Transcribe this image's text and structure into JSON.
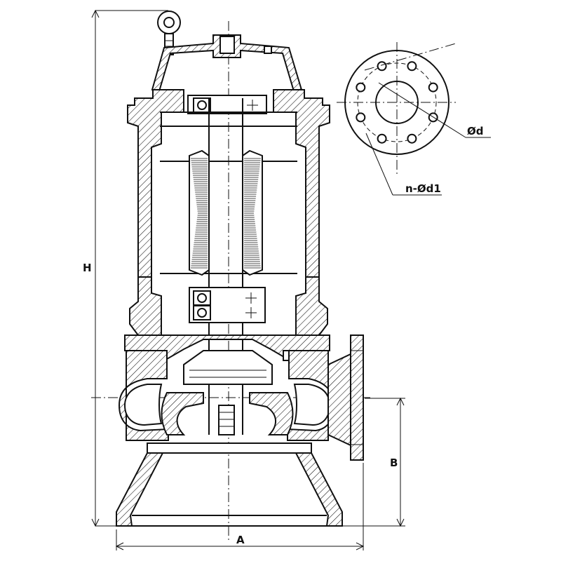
{
  "labels": {
    "height": "H",
    "width": "A",
    "outlet_height": "B",
    "flange_diameter": "Ød",
    "bolt_holes": "n-Ød1"
  }
}
